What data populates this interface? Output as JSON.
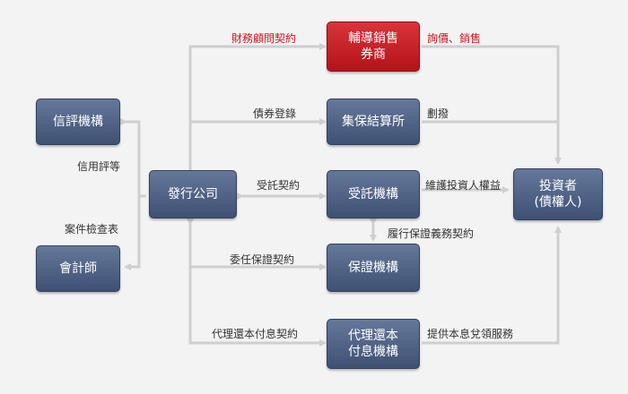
{
  "nodes": {
    "broker": "輔導銷售\n券商",
    "rating": "信評機構",
    "depository": "集保結算所",
    "issuer": "發行公司",
    "trustee": "受託機構",
    "investor": "投資者\n(債權人)",
    "accountant": "會計師",
    "guarantor": "保證機構",
    "paying_agent": "代理還本\n付息機構"
  },
  "labels": {
    "financial_advisory": "財務顧問契約",
    "inquiry_sales": "詢價、銷售",
    "bond_registration": "債券登錄",
    "transfer": "劃撥",
    "credit_rating": "信用評等",
    "trust_contract": "受託契約",
    "protect_investor": "維護投資人權益",
    "case_review": "案件檢查表",
    "guarantee_obligation": "履行保證義務契約",
    "guarantee_contract": "委任保證契約",
    "paying_agent_contract": "代理還本付息契約",
    "payment_service": "提供本息兌領服務"
  },
  "colors": {
    "node": "#4a5d7e",
    "highlight": "#c8141c",
    "connector": "#cfcfcf",
    "label": "#333333",
    "highlight_label": "#c21a22"
  }
}
